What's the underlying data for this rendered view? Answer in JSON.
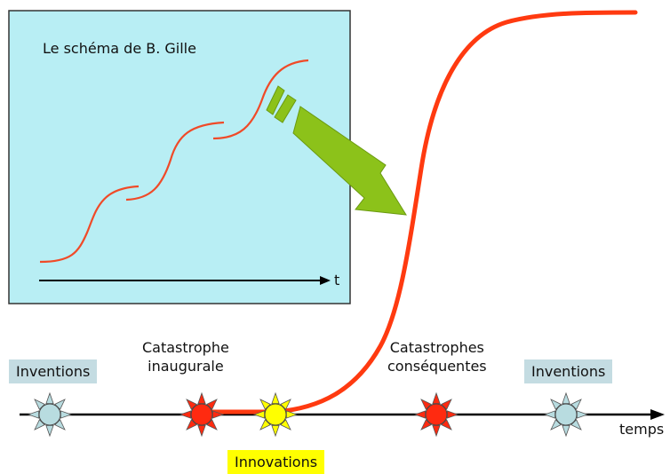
{
  "diagram": {
    "inset": {
      "title": "Le schéma de B. Gille",
      "axis_label": "t",
      "background": "#b8eef4"
    },
    "labels": {
      "inventions_left": "Inventions",
      "catastrophe_line1": "Catastrophe",
      "catastrophe_line2": "inaugurale",
      "catastrophes_line1": "Catastrophes",
      "catastrophes_line2": "conséquentes",
      "inventions_right": "Inventions",
      "innovations": "Innovations",
      "time_axis": "temps"
    },
    "colors": {
      "curve": "#ff3a10",
      "arrow": "#8cc21a",
      "inventions_sun": "#b8dce0",
      "catastrophe_sun": "#ff2a10",
      "innovations_sun": "#ffff00",
      "label_box": "#c4dce2",
      "innovations_box": "#ffff00"
    },
    "icons": [
      "sun-icon-inventions",
      "sun-icon-catastrophe",
      "sun-icon-innovations",
      "sun-icon-catastrophes",
      "sun-icon-inventions-right"
    ]
  }
}
